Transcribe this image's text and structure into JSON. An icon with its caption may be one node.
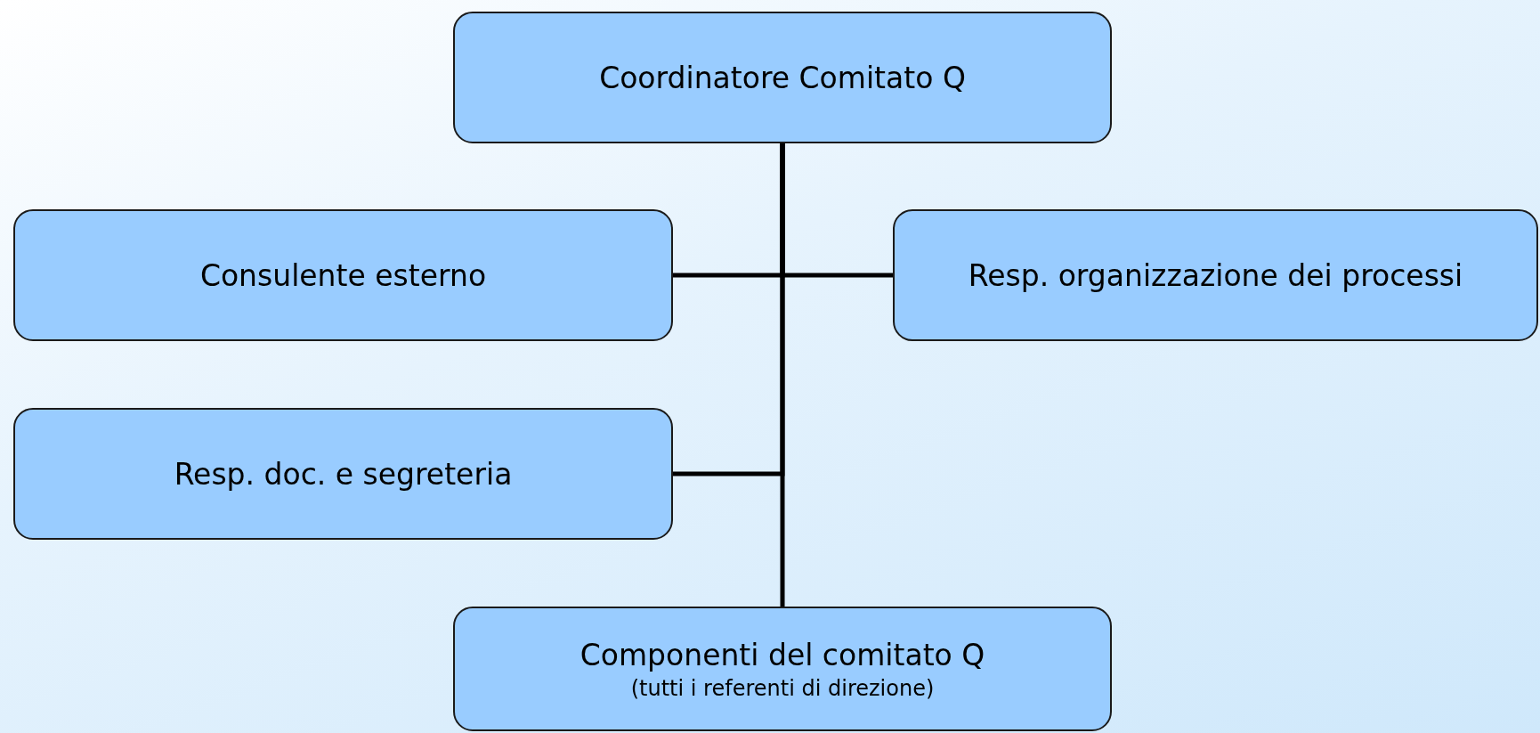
{
  "diagram": {
    "nodes": [
      {
        "text": [
          "Coordinatore Comitato Q"
        ]
      },
      {
        "text": [
          "Consulente esterno"
        ]
      },
      {
        "text": [
          "Resp. organizzazione dei processi"
        ]
      },
      {
        "text": [
          "Resp. doc. e segreteria"
        ]
      },
      {
        "text": [
          "Componenti del comitato Q",
          "(tutti i referenti di direzione)"
        ]
      }
    ],
    "edges": [
      {
        "from": 0,
        "to": 1,
        "arrow": "none"
      },
      {
        "from": 0,
        "to": 2,
        "arrow": "none"
      },
      {
        "from": 0,
        "to": 3,
        "arrow": "none"
      },
      {
        "from": 0,
        "to": 4,
        "arrow": "none"
      }
    ]
  }
}
